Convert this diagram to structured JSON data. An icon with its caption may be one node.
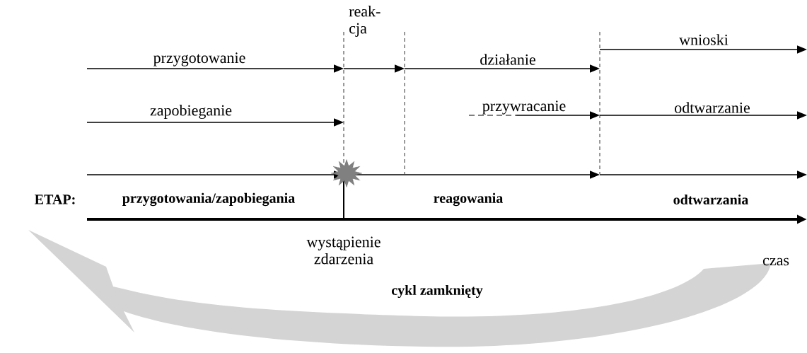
{
  "diagram": {
    "labels": [
      "reak- cja",
      "przygotowanie",
      "działanie",
      "wnioski",
      "zapobieganie",
      "przywracanie",
      "odtwarzanie",
      "ETAP:",
      "przygotowania/zapobiegania",
      "reagowania",
      "odtwarzania",
      "wystąpienie zdarzenia",
      "czas",
      "cykl zamknięty"
    ]
  }
}
